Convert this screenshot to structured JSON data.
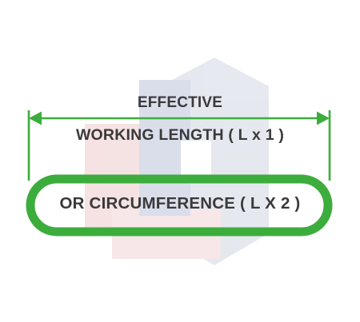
{
  "labels": {
    "line1": "EFFECTIVE",
    "line2": "WORKING LENGTH ( L x 1 )",
    "line3": "OR CIRCUMFERENCE ( L X 2 )"
  },
  "colors": {
    "accent": "#3cad3c",
    "text": "#3a3a3a",
    "watermark_red": "#d9a2a5",
    "watermark_blue": "#a8b2d3"
  }
}
